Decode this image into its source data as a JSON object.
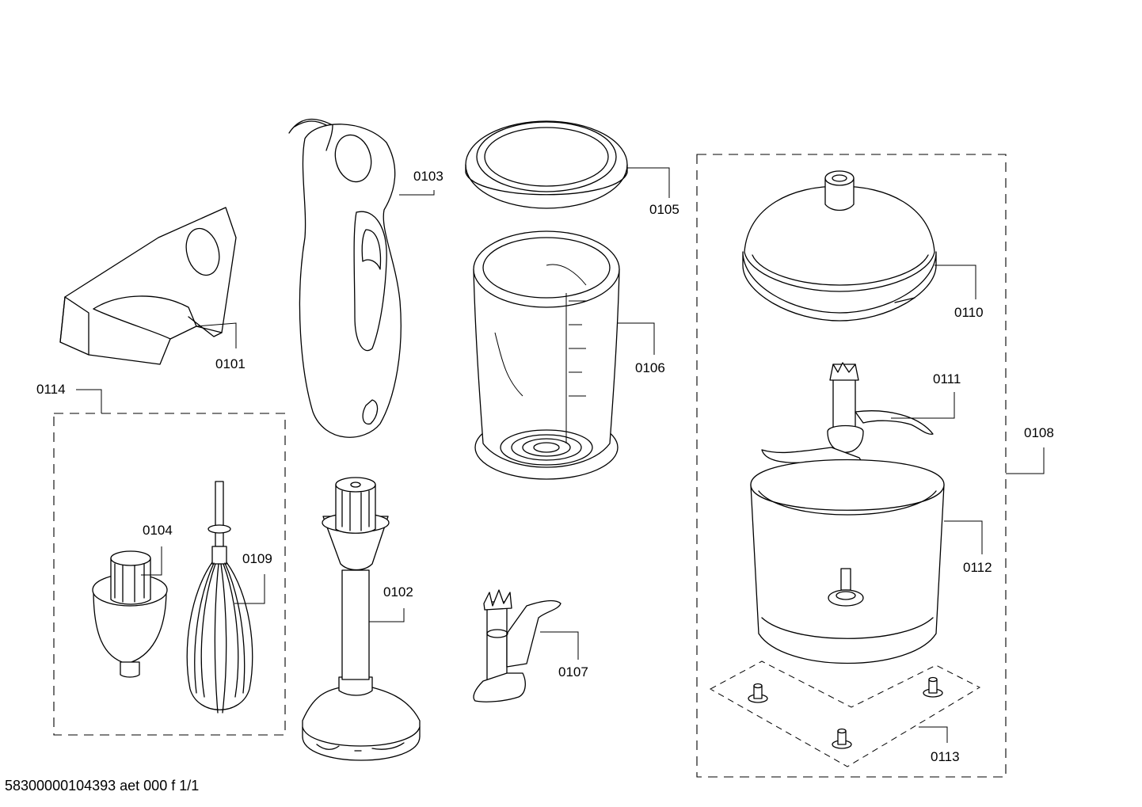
{
  "diagram": {
    "labels": {
      "p0101": "0101",
      "p0102": "0102",
      "p0103": "0103",
      "p0104": "0104",
      "p0105": "0105",
      "p0106": "0106",
      "p0107": "0107",
      "p0108": "0108",
      "p0109": "0109",
      "p0110": "0110",
      "p0111": "0111",
      "p0112": "0112",
      "p0113": "0113",
      "p0114": "0114"
    },
    "footer": "58300000104393 aet 000 f 1/1"
  }
}
